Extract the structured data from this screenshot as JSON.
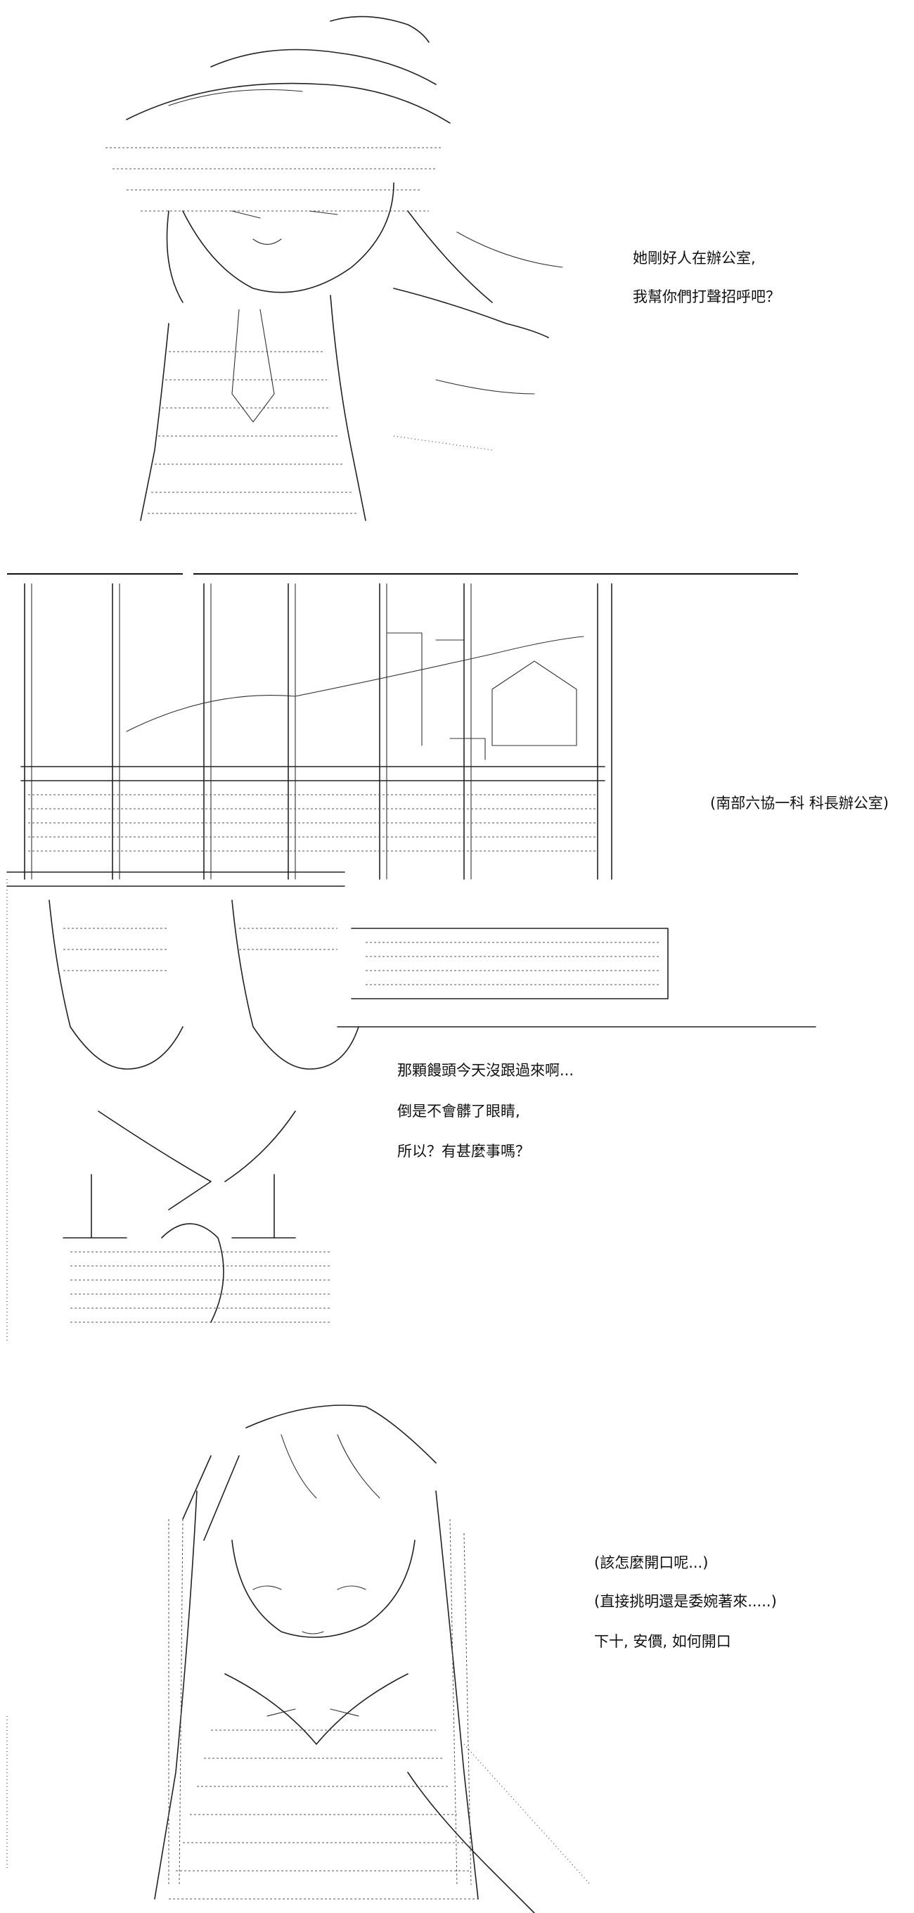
{
  "panel1": {
    "dialogue": [
      "她剛好人在辦公室,",
      "我幫你們打聲招呼吧？"
    ]
  },
  "panel2": {
    "location": "(南部六協一科  科長辦公室)",
    "dialogue": [
      "那顆饅頭今天沒跟過來啊...",
      "倒是不會髒了眼睛,",
      "所以？有甚麼事嗎？"
    ]
  },
  "panel3": {
    "dialogue": [
      "(該怎麼開口呢...)",
      "(直接挑明還是委婉著來.....)",
      "下十, 安價, 如何開口"
    ]
  }
}
